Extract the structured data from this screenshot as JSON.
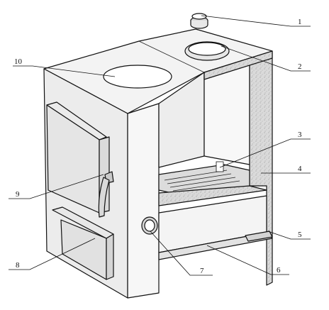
{
  "diagram": {
    "colors": {
      "line": "#111111",
      "light_panel": "#f2f2f2",
      "mid_panel": "#e3e3e3",
      "dark_panel": "#cfcfcf",
      "insulation": "#d9d9d9",
      "background": "#ffffff"
    },
    "callouts": [
      {
        "label": "1",
        "part": "flue-outlet"
      },
      {
        "label": "2",
        "part": "top-hotplate-ring"
      },
      {
        "label": "3",
        "part": "fire-grate"
      },
      {
        "label": "4",
        "part": "insulated-side-wall"
      },
      {
        "label": "5",
        "part": "support-foot"
      },
      {
        "label": "6",
        "part": "ash-compartment"
      },
      {
        "label": "7",
        "part": "air-inlet"
      },
      {
        "label": "8",
        "part": "ash-drawer"
      },
      {
        "label": "9",
        "part": "door-handle"
      },
      {
        "label": "10",
        "part": "cooking-plate"
      }
    ]
  }
}
